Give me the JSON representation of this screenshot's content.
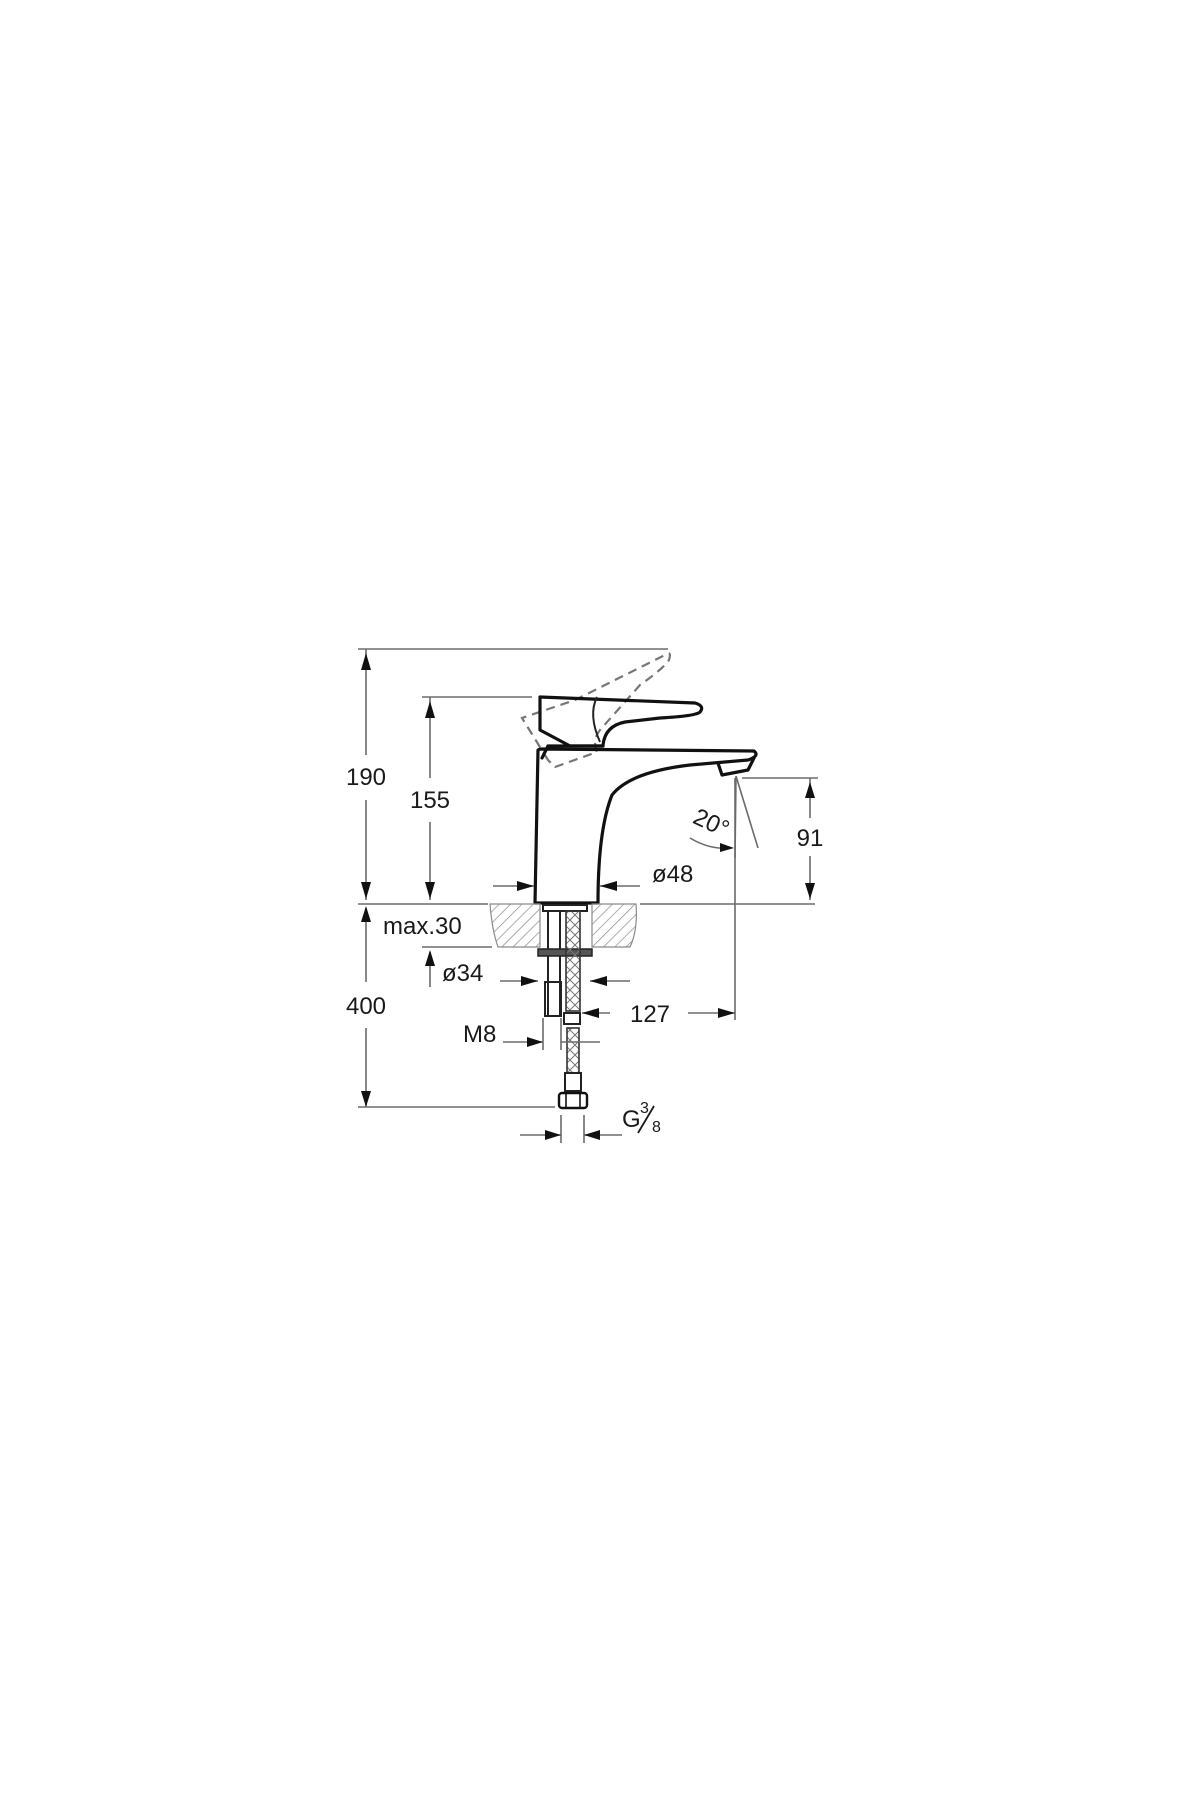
{
  "drawing": {
    "subject": "single-lever basin mixer tap technical drawing",
    "colors": {
      "background": "#ffffff",
      "outline": "#111111",
      "dimension_line": "#6b6b6b",
      "dashed_lever": "#777777"
    },
    "dimensions": {
      "total_height_lever_up": "190",
      "body_height": "155",
      "spout_height": "91",
      "spout_angle": "20°",
      "body_diameter": "ø48",
      "max_counter_thickness": "max.30",
      "hole_diameter": "ø34",
      "spout_reach": "127",
      "hose_length": "400",
      "stud_thread": "M8",
      "connection_thread_prefix": "G",
      "connection_thread_num": "3",
      "connection_thread_den": "8"
    }
  }
}
